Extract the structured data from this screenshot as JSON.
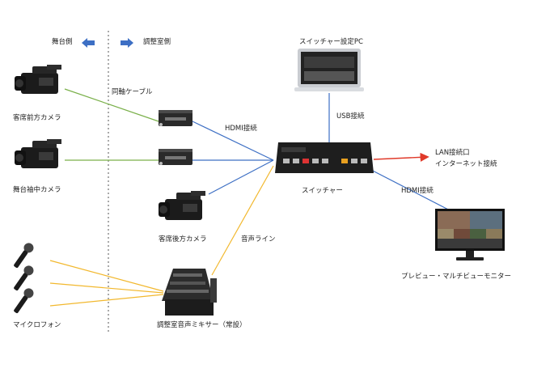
{
  "labels": {
    "stage_side": "舞台側",
    "control_side": "調整室側",
    "coax_cable": "同軸ケーブル",
    "front_camera": "客席前方カメラ",
    "sleeve_camera": "舞台袖中カメラ",
    "rear_camera": "客席後方カメラ",
    "microphones": "マイクロフォン",
    "mixer": "調整室音声ミキサー（常設）",
    "switcher": "スイッチャー",
    "settings_pc": "スイッチャー設定PC",
    "usb": "USB接続",
    "hdmi_in": "HDMI接続",
    "hdmi_out": "HDMI接続",
    "lan_line1": "LAN接続口",
    "lan_line2": "インターネット接続",
    "audio_line": "音声ライン",
    "monitor": "プレビュー・マルチビューモニター"
  },
  "colors": {
    "coax": "#7ab04a",
    "hdmi": "#3d6fc4",
    "audio": "#f2b82e",
    "lan": "#e03a2a",
    "arrow": "#3d6fc4",
    "divider": "#555555"
  }
}
